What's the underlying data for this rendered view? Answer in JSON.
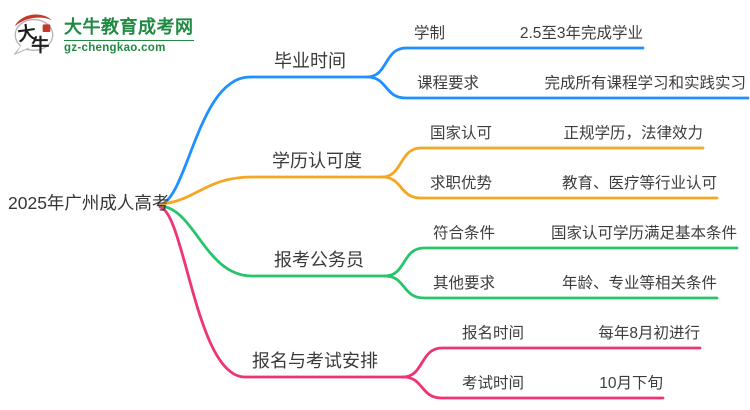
{
  "logo": {
    "icon_char1": "大",
    "icon_char2": "牛",
    "title": "大牛教育成考网",
    "domain": "gz-chengkao.com",
    "brand_green": "#1F8A42",
    "seal_red": "#C5392C"
  },
  "root": {
    "label": "2025年广州成人高考"
  },
  "branches": [
    {
      "label": "毕业时间",
      "color": "#1E90FF",
      "children": [
        {
          "key": "学制",
          "value": "2.5至3年完成学业"
        },
        {
          "key": "课程要求",
          "value": "完成所有课程学习和实践实习"
        }
      ]
    },
    {
      "label": "学历认可度",
      "color": "#F5A623",
      "children": [
        {
          "key": "国家认可",
          "value": "正规学历，法律效力"
        },
        {
          "key": "求职优势",
          "value": "教育、医疗等行业认可"
        }
      ]
    },
    {
      "label": "报考公务员",
      "color": "#27C46B",
      "children": [
        {
          "key": "符合条件",
          "value": "国家认可学历满足基本条件"
        },
        {
          "key": "其他要求",
          "value": "年龄、专业等相关条件"
        }
      ]
    },
    {
      "label": "报名与考试安排",
      "color": "#EE3377",
      "children": [
        {
          "key": "报名时间",
          "value": "每年8月初进行"
        },
        {
          "key": "考试时间",
          "value": "10月下旬"
        }
      ]
    }
  ]
}
